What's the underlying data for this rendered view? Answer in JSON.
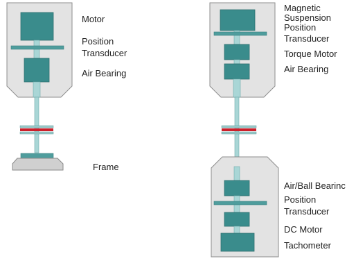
{
  "left_assembly": {
    "labels": {
      "motor": "Motor",
      "position_transducer_1": "Position",
      "position_transducer_2": "Transducer",
      "air_bearing": "Air Bearing",
      "frame": "Frame"
    }
  },
  "right_assembly": {
    "labels": {
      "magnetic_suspension_1": "Magnetic",
      "magnetic_suspension_2": "Suspension",
      "position_transducer_1": "Position",
      "position_transducer_2": "Transducer",
      "torque_motor": "Torque Motor",
      "air_bearing": "Air Bearing",
      "air_ball_bearing": "Air/Ball Bearinc",
      "position_transducer_lower_1": "Position",
      "position_transducer_lower_2": "Transducer",
      "dc_motor": "DC Motor",
      "tachometer": "Tachometer"
    }
  },
  "colors": {
    "component": "#3a8c8c",
    "shaft": "#a9d6d6",
    "housing": "#e3e3e3",
    "coupling": "#cc1f2a",
    "frame": "#d0d0d0"
  }
}
